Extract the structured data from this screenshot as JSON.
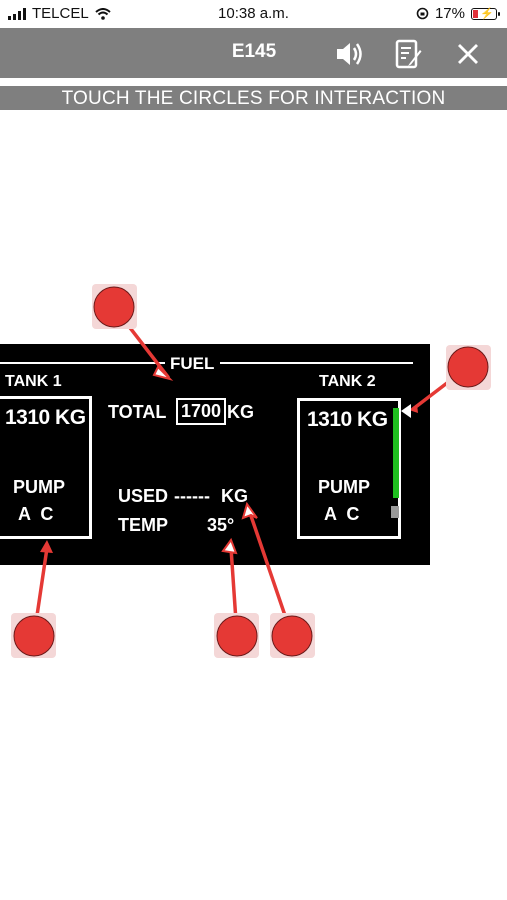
{
  "status_bar": {
    "carrier": "TELCEL",
    "time": "10:38 a.m.",
    "battery": "17%"
  },
  "header": {
    "title": "E145",
    "icons": [
      "speaker-icon",
      "notes-icon",
      "close-icon"
    ]
  },
  "banner": "TOUCH THE CIRCLES FOR INTERACTION",
  "fuel_panel": {
    "title": "FUEL",
    "tank1": {
      "label": "TANK 1",
      "quantity": "1310 KG",
      "pump_label": "PUMP",
      "pump_status": "A  C"
    },
    "tank2": {
      "label": "TANK 2",
      "quantity": "1310 KG",
      "pump_label": "PUMP",
      "pump_status": "A  C"
    },
    "total": {
      "label": "TOTAL",
      "value": "1700",
      "unit": "KG"
    },
    "used": {
      "label": "USED",
      "value": "------",
      "unit": "KG"
    },
    "temp": {
      "label": "TEMP",
      "value": "35°"
    }
  },
  "colors": {
    "bar": "#7f7f7f",
    "hotspot": "#e53935",
    "gauge": "#1fbf1f"
  }
}
